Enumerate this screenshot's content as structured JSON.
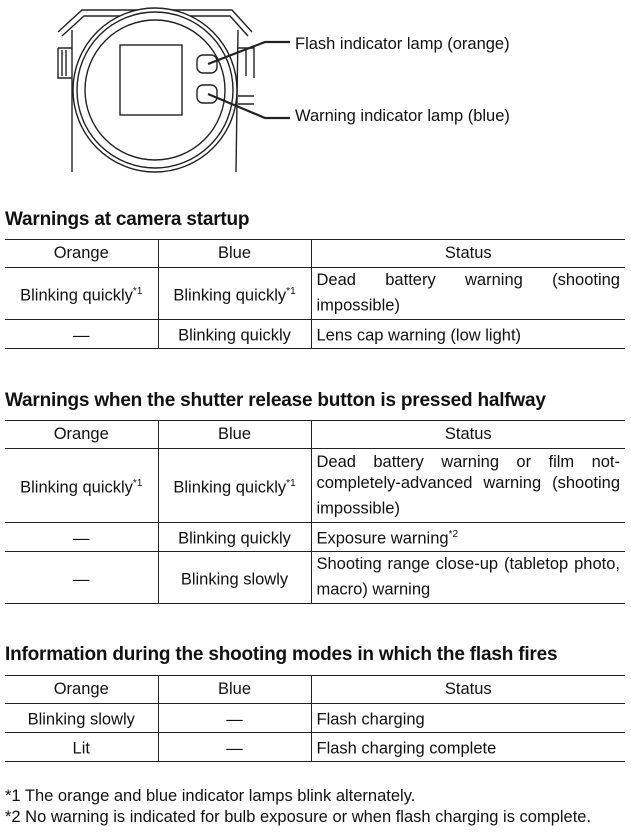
{
  "diagram": {
    "flash_label": "Flash indicator lamp (orange)",
    "warning_label": "Warning indicator lamp (blue)"
  },
  "headers": {
    "orange": "Orange",
    "blue": "Blue",
    "status": "Status"
  },
  "section1": {
    "title": "Warnings at camera startup",
    "rows": [
      {
        "orange": "Blinking quickly",
        "orange_note": "*1",
        "blue": "Blinking quickly",
        "blue_note": "*1",
        "status": "Dead battery warning (shooting impossible)",
        "status_note": ""
      },
      {
        "orange": "—",
        "orange_note": "",
        "blue": "Blinking quickly",
        "blue_note": "",
        "status": "Lens cap warning (low light)",
        "status_note": ""
      }
    ]
  },
  "section2": {
    "title": "Warnings when the shutter release button is pressed halfway",
    "rows": [
      {
        "orange": "Blinking quickly",
        "orange_note": "*1",
        "blue": "Blinking quickly",
        "blue_note": "*1",
        "status": "Dead battery warning or film not-completely-advanced warning (shooting impossible)",
        "status_note": ""
      },
      {
        "orange": "—",
        "orange_note": "",
        "blue": "Blinking quickly",
        "blue_note": "",
        "status": "Exposure warning",
        "status_note": "*2"
      },
      {
        "orange": "—",
        "orange_note": "",
        "blue": "Blinking slowly",
        "blue_note": "",
        "status": "Shooting range close-up (tabletop photo, macro) warning",
        "status_note": ""
      }
    ]
  },
  "section3": {
    "title": "Information during the shooting modes in which the flash fires",
    "rows": [
      {
        "orange": "Blinking slowly",
        "orange_note": "",
        "blue": "—",
        "blue_note": "",
        "status": "Flash charging",
        "status_note": ""
      },
      {
        "orange": "Lit",
        "orange_note": "",
        "blue": "—",
        "blue_note": "",
        "status": "Flash charging complete",
        "status_note": ""
      }
    ]
  },
  "footnotes": [
    "*1 The orange and blue indicator lamps blink alternately.",
    "*2 No warning is indicated for bulb exposure or when flash charging is complete."
  ]
}
